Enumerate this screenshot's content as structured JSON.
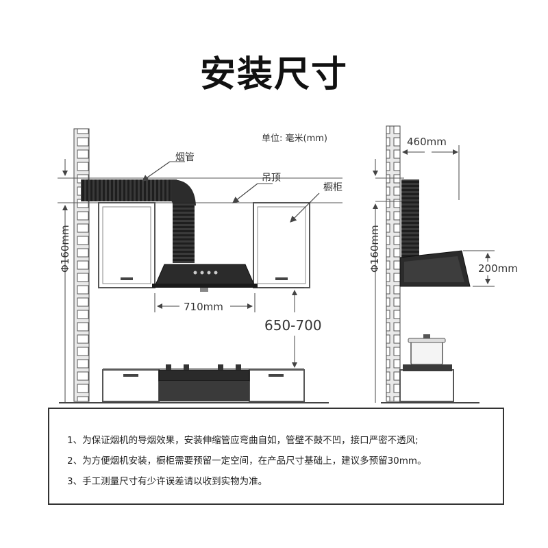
{
  "title": "安装尺寸",
  "labels": {
    "unit": "单位: 毫米(mm)",
    "flue_pipe": "烟管",
    "ceiling": "吊顶",
    "cabinet": "橱柜",
    "pipe_height_left": "Φ160mm",
    "pipe_height_right": "Φ160mm",
    "hood_width": "710mm",
    "install_height": "650-700",
    "depth": "460mm",
    "hood_height": "200mm"
  },
  "notes": [
    "1、为保证烟机的导烟效果，安装伸缩管应弯曲自如，管壁不鼓不凹，接口严密不透风;",
    "2、为方便烟机安装，橱柜需要预留一定空间，在产品尺寸基础上，建议多预留30mm。",
    "3、手工测量尺寸有少许误差请以收到实物为准。"
  ]
}
